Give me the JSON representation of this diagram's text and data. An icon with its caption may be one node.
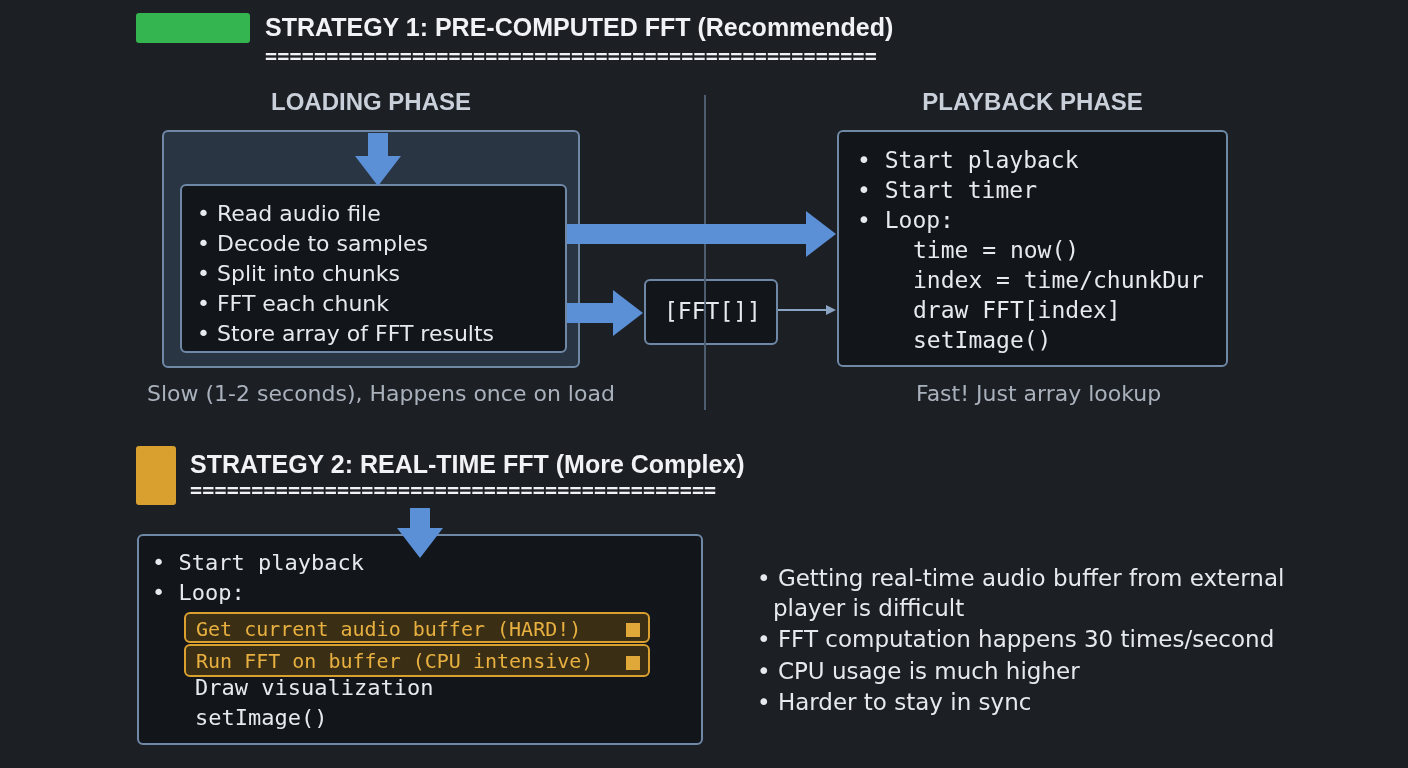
{
  "diagram": {
    "nodes": [
      {
        "text": [
          "LOADING PHASE"
        ],
        "beside": [
          "Slow (1-2 seconds), Happens once on load"
        ]
      },
      {
        "text": [
          "• Read audio file",
          "• Decode to samples",
          "• Split into chunks",
          "• FFT each chunk",
          "• Store array of FFT results"
        ],
        "in": 0
      },
      {
        "text": [
          "[FFT[]]"
        ]
      },
      {
        "text": [
          "PLAYBACK PHASE",
          "• Start playback",
          "• Start timer",
          "• Loop:",
          "time = now()",
          "index = time/chunkDur",
          "draw FFT[index]",
          "setImage()"
        ],
        "beside": [
          "Fast! Just array lookup"
        ]
      },
      {
        "text": [
          "• Start playback",
          "• Loop:",
          "Draw visualization",
          "setImage()"
        ]
      },
      {
        "text": [
          "Get current audio buffer (HARD!)"
        ],
        "in": 4
      },
      {
        "text": [
          "Run FFT on buffer (CPU intensive)"
        ],
        "in": 4
      }
    ],
    "edges": [
      {
        "from": null,
        "to": 1,
        "arrow": "to"
      },
      {
        "from": 1,
        "to": 3,
        "arrow": "to"
      },
      {
        "from": 1,
        "to": 2,
        "arrow": "to"
      },
      {
        "from": 2,
        "to": 3,
        "arrow": "to",
        "color": "#8aa4c4"
      },
      {
        "from": null,
        "to": 4,
        "arrow": "to"
      }
    ],
    "labels": [
      "==================================================",
      "===========================================",
      "• Getting real-time audio buffer from external player is difficult",
      "• FFT computation happens 30 times/second",
      "• CPU usage is much higher",
      "• Harder to stay in sync"
    ],
    "legend": [
      {
        "text": "STRATEGY 1: PRE-COMPUTED FFT (Recommended)",
        "color": "#34b54f"
      },
      {
        "text": "STRATEGY 2: REAL-TIME FFT (More Complex)",
        "color": "#d9a030"
      }
    ]
  }
}
